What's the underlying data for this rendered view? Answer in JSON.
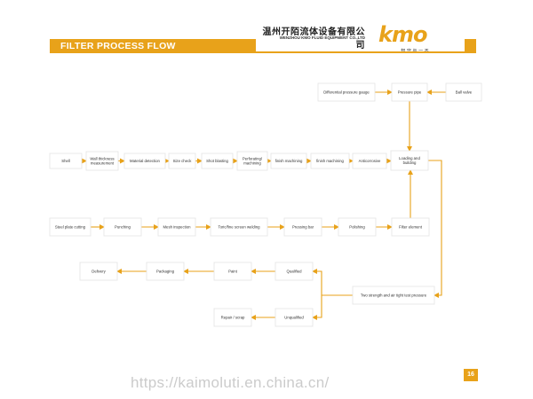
{
  "header": {
    "company_cn": "温州开陌流体设备有限公司",
    "company_en": "WENZHOU KMO FLUID EQUIPMENT CO.,LTD",
    "logo_text": "kmo",
    "logo_slogan": "知 守 与 一 不",
    "title": "FILTER PROCESS FLOW"
  },
  "colors": {
    "accent": "#e8a21a"
  },
  "flow": {
    "nodes": [
      {
        "id": "diff_gauge",
        "label": "Differential pressure gauge"
      },
      {
        "id": "pressure_pipe",
        "label": "Pressure pipe"
      },
      {
        "id": "ball_valve",
        "label": "Ball valve"
      },
      {
        "id": "shell",
        "label": "Shell"
      },
      {
        "id": "wall_thickness",
        "label": "Wall thickness measurement"
      },
      {
        "id": "material_detection",
        "label": "Material detection"
      },
      {
        "id": "size_check",
        "label": "Size check"
      },
      {
        "id": "shot_blasting",
        "label": "Shot blasting"
      },
      {
        "id": "perforating",
        "label": "Perforating/ machining"
      },
      {
        "id": "finish_machining_1",
        "label": "finish machining"
      },
      {
        "id": "finish_machining_2",
        "label": "finish machining"
      },
      {
        "id": "anticorrosive",
        "label": "Anticorrosive"
      },
      {
        "id": "loading_building",
        "label": "Loading and building"
      },
      {
        "id": "steel_plate_cutting",
        "label": "Steel plate cutting"
      },
      {
        "id": "punching",
        "label": "Punching"
      },
      {
        "id": "mesh_inspection",
        "label": "Mesh inspection"
      },
      {
        "id": "toric_welding",
        "label": "Toric/fine screen welding"
      },
      {
        "id": "pressing_bar",
        "label": "Pressing bar"
      },
      {
        "id": "polishing",
        "label": "Polishing"
      },
      {
        "id": "filter_element",
        "label": "Filter element"
      },
      {
        "id": "delivery",
        "label": "Delivery"
      },
      {
        "id": "packaging",
        "label": "Packaging"
      },
      {
        "id": "paint",
        "label": "Paint"
      },
      {
        "id": "qualified",
        "label": "Qualified"
      },
      {
        "id": "strength_test",
        "label": "Two strength and air tight test pressure"
      },
      {
        "id": "repair_scrap",
        "label": "Repair / scrap"
      },
      {
        "id": "unqualified",
        "label": "Unqualified"
      }
    ],
    "edges": [
      {
        "from": "diff_gauge",
        "to": "pressure_pipe"
      },
      {
        "from": "ball_valve",
        "to": "pressure_pipe"
      },
      {
        "from": "pressure_pipe",
        "to": "loading_building"
      },
      {
        "from": "shell",
        "to": "wall_thickness"
      },
      {
        "from": "wall_thickness",
        "to": "material_detection"
      },
      {
        "from": "material_detection",
        "to": "size_check"
      },
      {
        "from": "size_check",
        "to": "shot_blasting"
      },
      {
        "from": "shot_blasting",
        "to": "perforating"
      },
      {
        "from": "perforating",
        "to": "finish_machining_1"
      },
      {
        "from": "finish_machining_1",
        "to": "finish_machining_2"
      },
      {
        "from": "finish_machining_2",
        "to": "anticorrosive"
      },
      {
        "from": "anticorrosive",
        "to": "loading_building"
      },
      {
        "from": "steel_plate_cutting",
        "to": "punching"
      },
      {
        "from": "punching",
        "to": "mesh_inspection"
      },
      {
        "from": "mesh_inspection",
        "to": "toric_welding"
      },
      {
        "from": "toric_welding",
        "to": "pressing_bar"
      },
      {
        "from": "pressing_bar",
        "to": "polishing"
      },
      {
        "from": "polishing",
        "to": "filter_element"
      },
      {
        "from": "filter_element",
        "to": "loading_building"
      },
      {
        "from": "loading_building",
        "to": "strength_test"
      },
      {
        "from": "strength_test",
        "to": "qualified"
      },
      {
        "from": "strength_test",
        "to": "unqualified"
      },
      {
        "from": "qualified",
        "to": "paint"
      },
      {
        "from": "paint",
        "to": "packaging"
      },
      {
        "from": "packaging",
        "to": "delivery"
      },
      {
        "from": "unqualified",
        "to": "repair_scrap"
      }
    ]
  },
  "footer": {
    "page_number": "16",
    "watermark": "https://kaimoluti.en.china.cn/"
  }
}
